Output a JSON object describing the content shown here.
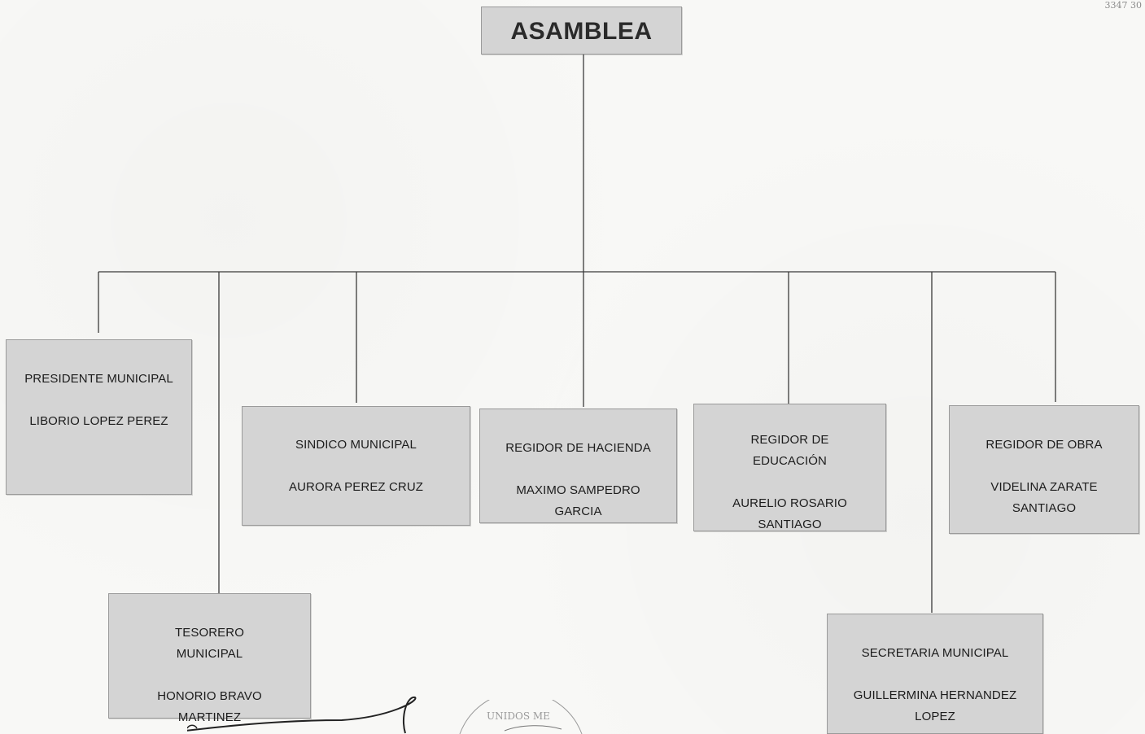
{
  "corner_mark": "3347 30",
  "chart": {
    "root": {
      "label": "ASAMBLEA"
    },
    "nodes": [
      {
        "id": "presidente",
        "role": "PRESIDENTE MUNICIPAL",
        "name": "LIBORIO LOPEZ PEREZ"
      },
      {
        "id": "sindico",
        "role": "SINDICO MUNICIPAL",
        "name": "AURORA PEREZ CRUZ"
      },
      {
        "id": "hacienda",
        "role": "REGIDOR DE HACIENDA",
        "name": "MAXIMO SAMPEDRO GARCIA"
      },
      {
        "id": "educacion",
        "role": "REGIDOR DE EDUCACIÓN",
        "name": "AURELIO ROSARIO SANTIAGO"
      },
      {
        "id": "obra",
        "role": "REGIDOR DE OBRA",
        "name": "VIDELINA ZARATE SANTIAGO"
      },
      {
        "id": "tesorero",
        "role": "TESORERO MUNICIPAL",
        "name": "HONORIO BRAVO MARTINEZ"
      },
      {
        "id": "secretaria",
        "role": "SECRETARIA MUNICIPAL",
        "name": "GUILLERMINA HERNANDEZ LOPEZ"
      }
    ]
  },
  "seal_text": "UNIDOS ME"
}
